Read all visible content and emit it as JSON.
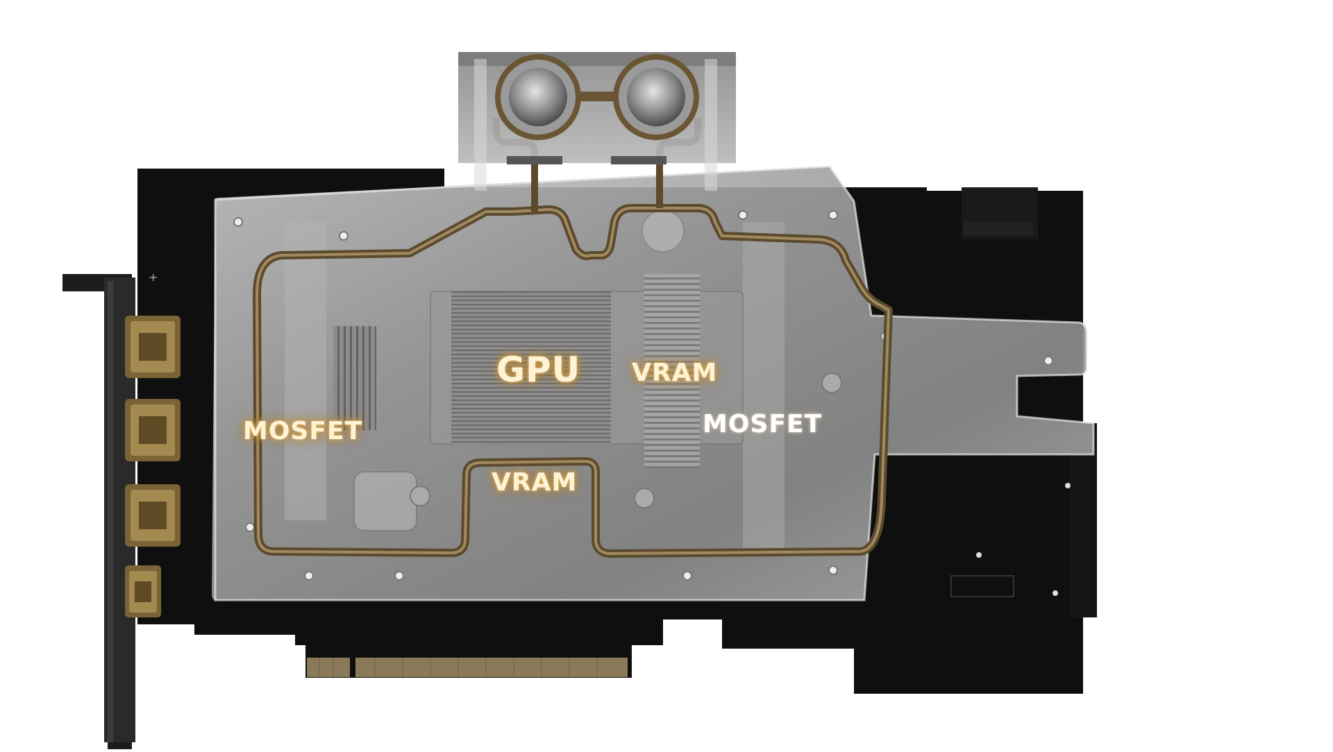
{
  "labels": {
    "gpu": "GPU",
    "vram_top": "VRAM",
    "vram_bottom": "VRAM",
    "mosfet_left": "MOSFET",
    "mosfet_right": "MOSFET"
  },
  "colors": {
    "background": "#ffffff",
    "pcb": "#0f0f0f",
    "acrylic": "#9a9a9a",
    "channel": "#6b5a3e",
    "gold_contacts": "#8a7a5a",
    "port_gold": "#7a6436",
    "label_glow": "#c8953e"
  }
}
